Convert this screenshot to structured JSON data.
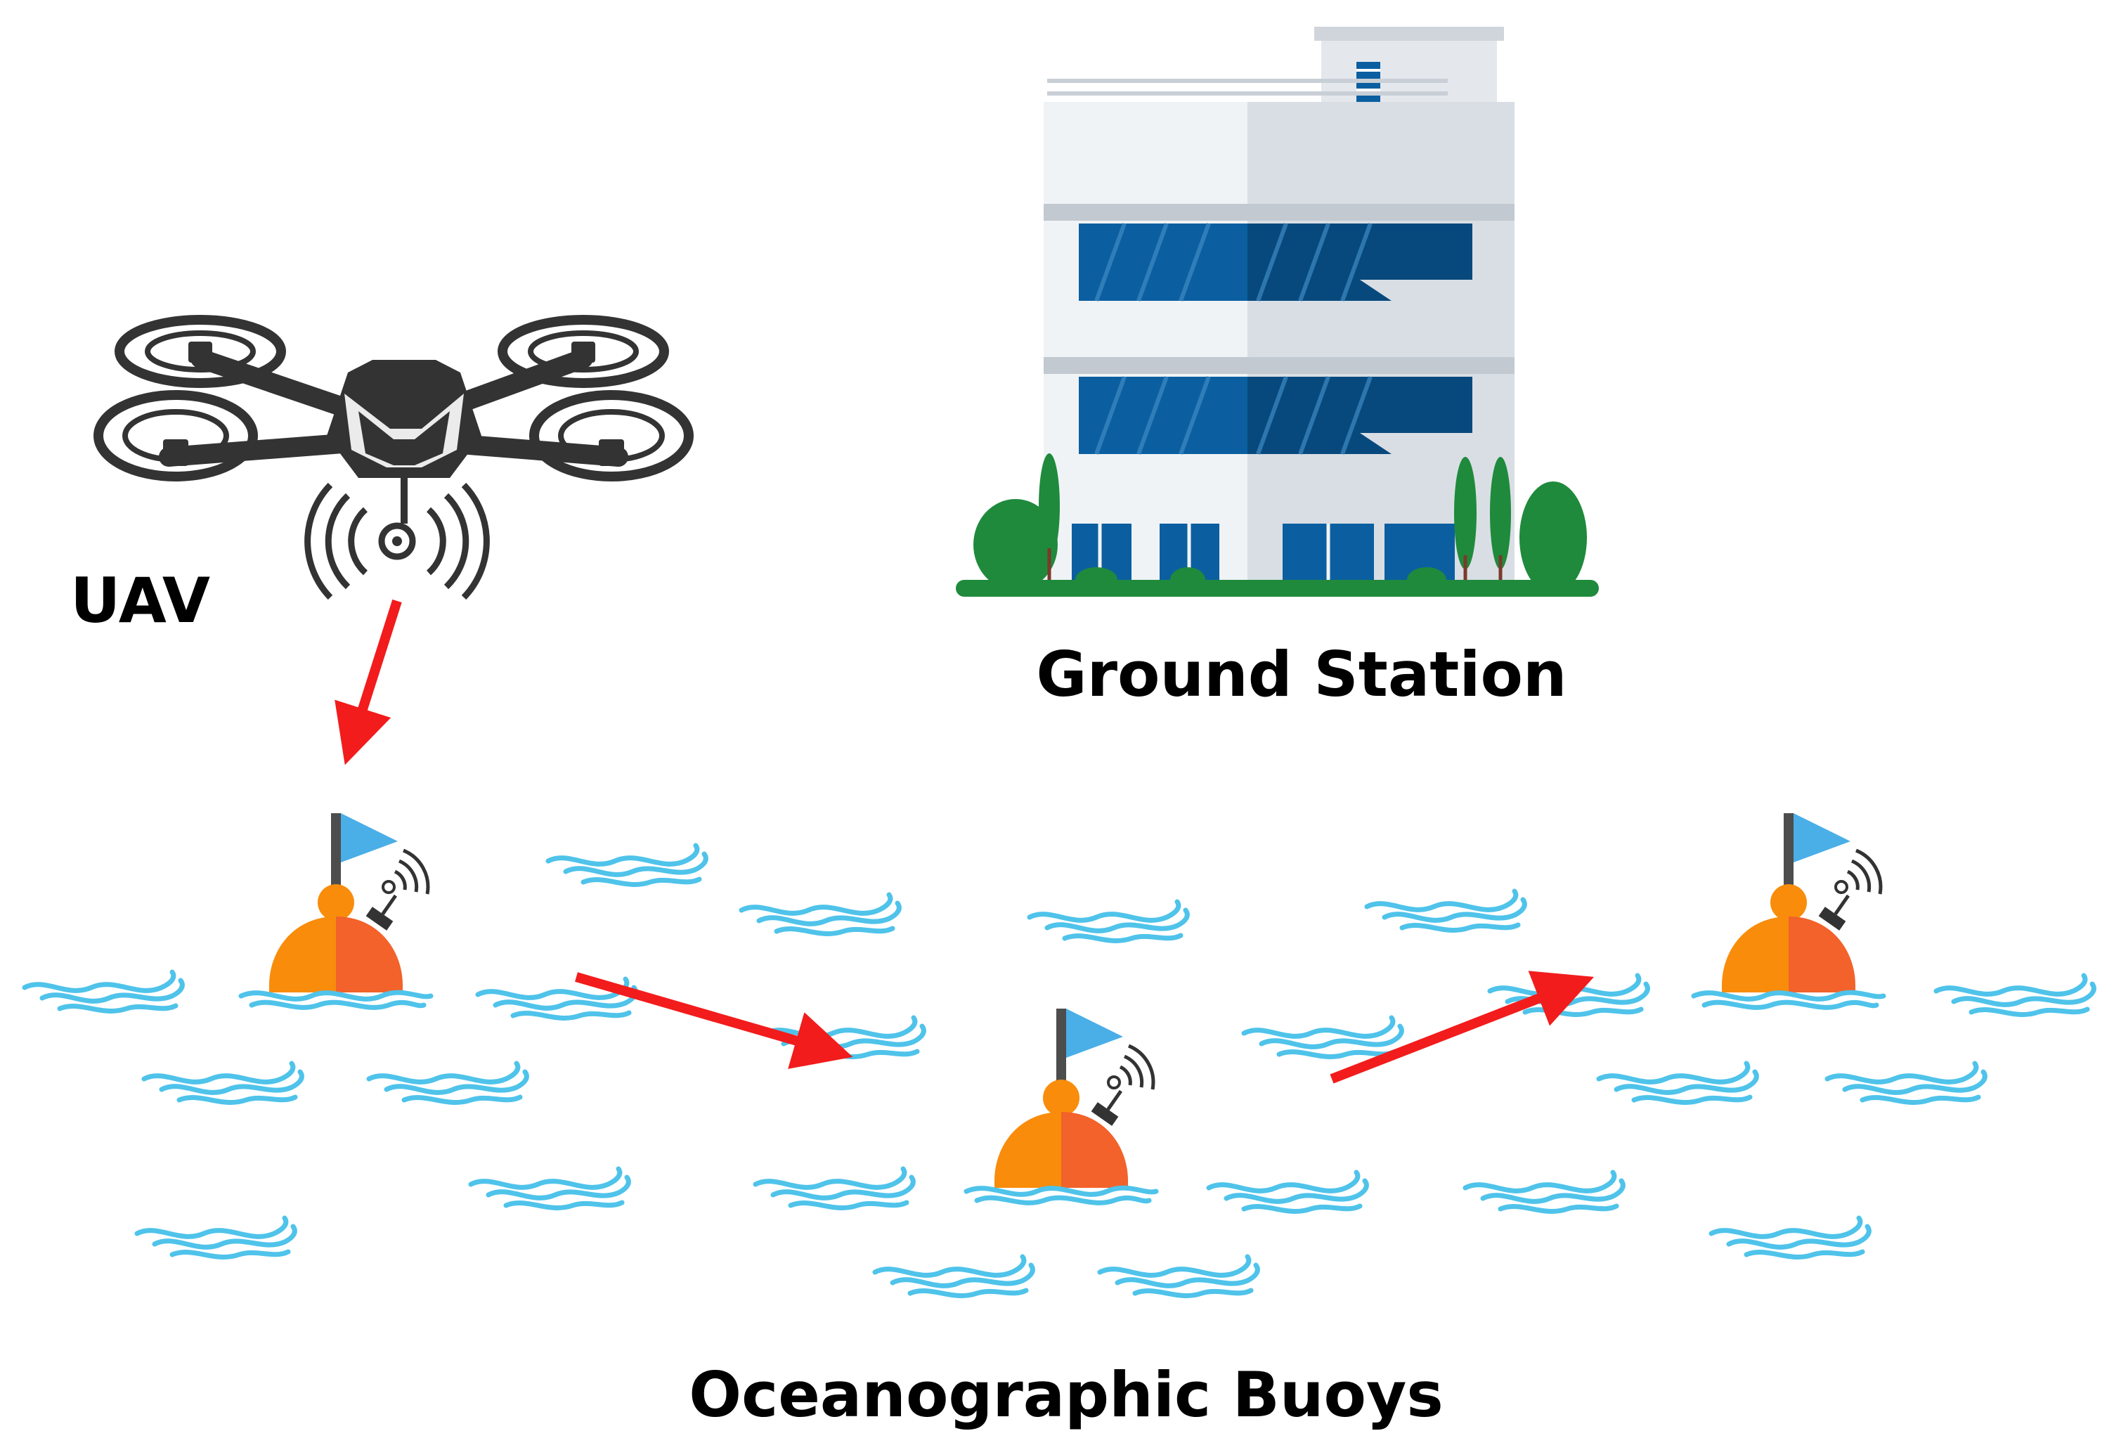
{
  "labels": {
    "uav": "UAV",
    "ground_station": "Ground Station",
    "buoys": "Oceanographic Buoys"
  },
  "icons": {
    "uav": "drone-icon",
    "ground_station": "building-icon",
    "buoy": "buoy-icon",
    "link": "arrow-icon",
    "water": "wave-icon"
  },
  "colors": {
    "arrow": "#f21c1c",
    "wave": "#4fc3ea",
    "drone": "#333333",
    "buoy_light": "#f98c0b",
    "buoy_dark": "#f2622a",
    "flag": "#4aaee7",
    "window": "#0b5fa0",
    "tree": "#1f8a3c"
  }
}
